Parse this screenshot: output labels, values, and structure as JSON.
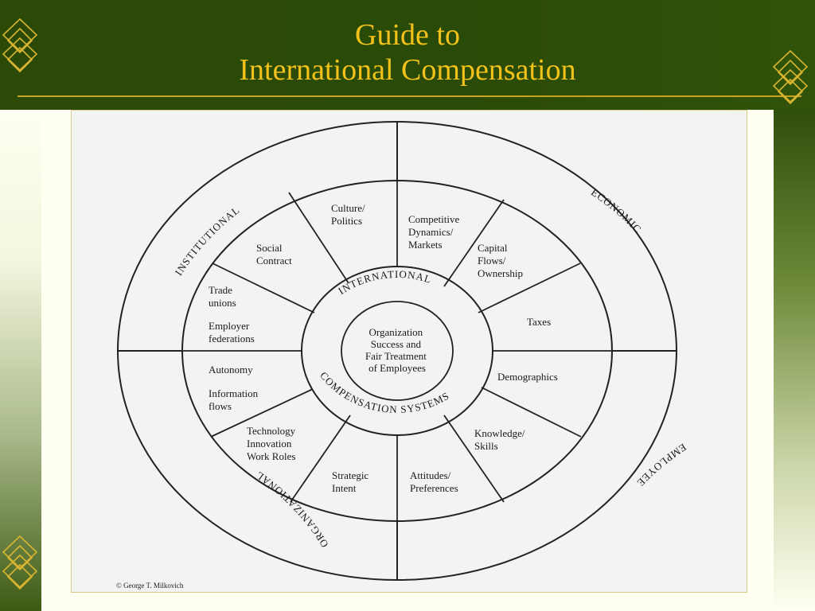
{
  "slide": {
    "title_line1": "Guide to",
    "title_line2": "International Compensation"
  },
  "diagram": {
    "outer_ring": {
      "institutional": "INSTITUTIONAL",
      "economic": "ECONOMIC",
      "employee": "EMPLOYEE",
      "organizational": "ORGANIZATIONAL"
    },
    "segments": {
      "culture_politics": [
        "Culture/",
        "Politics"
      ],
      "social_contract": [
        "Social",
        "Contract"
      ],
      "trade_unions": [
        "Trade",
        "unions"
      ],
      "employer_federations": [
        "Employer",
        "federations"
      ],
      "competitive_dynamics": [
        "Competitive",
        "Dynamics/",
        "Markets"
      ],
      "capital_flows": [
        "Capital",
        "Flows/",
        "Ownership"
      ],
      "taxes": [
        "Taxes"
      ],
      "demographics": [
        "Demographics"
      ],
      "knowledge_skills": [
        "Knowledge/",
        "Skills"
      ],
      "attitudes_preferences": [
        "Attitudes/",
        "Preferences"
      ],
      "strategic_intent": [
        "Strategic",
        "Intent"
      ],
      "technology": [
        "Technology",
        "Innovation",
        "Work Roles"
      ],
      "autonomy": [
        "Autonomy"
      ],
      "information_flows": [
        "Information",
        "flows"
      ]
    },
    "inner_ring": {
      "top": "INTERNATIONAL",
      "bottom": "COMPENSATION SYSTEMS"
    },
    "center": [
      "Organization",
      "Success and",
      "Fair Treatment",
      "of Employees"
    ],
    "credit": "© George T. Milkovich"
  }
}
